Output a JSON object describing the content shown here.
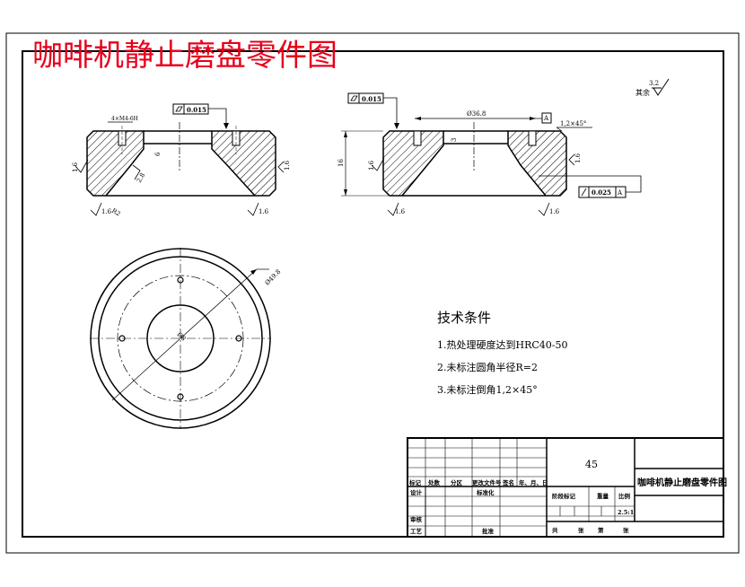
{
  "drawing": {
    "title": "咖啡机静止磨盘零件图",
    "title_color": "#e8001c"
  },
  "surface_finish": {
    "other_label": "其余",
    "other_value": "3.2",
    "top_left": "1.6",
    "top_right": "1.6",
    "bottom_left": "1.6",
    "bottom_right": "1.6",
    "chamfer_right": "1.6",
    "right_left_side": "1.6",
    "right_right_side": "1.6",
    "right_bottom_left": "1.6",
    "right_bottom_right": "1.6"
  },
  "tolerances": {
    "left_flatness": "0.015",
    "right_flatness": "0.015",
    "runout": "0.025",
    "datum": "A"
  },
  "dimensions": {
    "thread": "4×M4-6H",
    "bore": "Ø36.8",
    "chamfer": "1,2×45°",
    "height": "16",
    "depth": "3",
    "side": "2.8",
    "r2": "R2",
    "l6": "6",
    "outer_diameter": "Ø49.8",
    "center": "Ø8"
  },
  "notes": {
    "heading": "技术条件",
    "lines": [
      "1.热处理硬度达到HRC40-50",
      "2.未标注圆角半径R=2",
      "3.未标注倒角1,2×45°"
    ]
  },
  "title_block": {
    "material": "45",
    "part_name": "咖啡机静止磨盘零件图",
    "scale": "2.5:1",
    "header_cells": [
      "标记",
      "处数",
      "分区",
      "更改文件号",
      "签名",
      "年、月、日"
    ],
    "design": "设计",
    "standardize": "标准化",
    "stage_mark": "阶段标记",
    "weight": "重量",
    "scale_label": "比例",
    "review": "审核",
    "process": "工艺",
    "approve": "批准",
    "total": "共",
    "sheets": "张",
    "sheet_no": "第",
    "sheet_unit": "张"
  }
}
